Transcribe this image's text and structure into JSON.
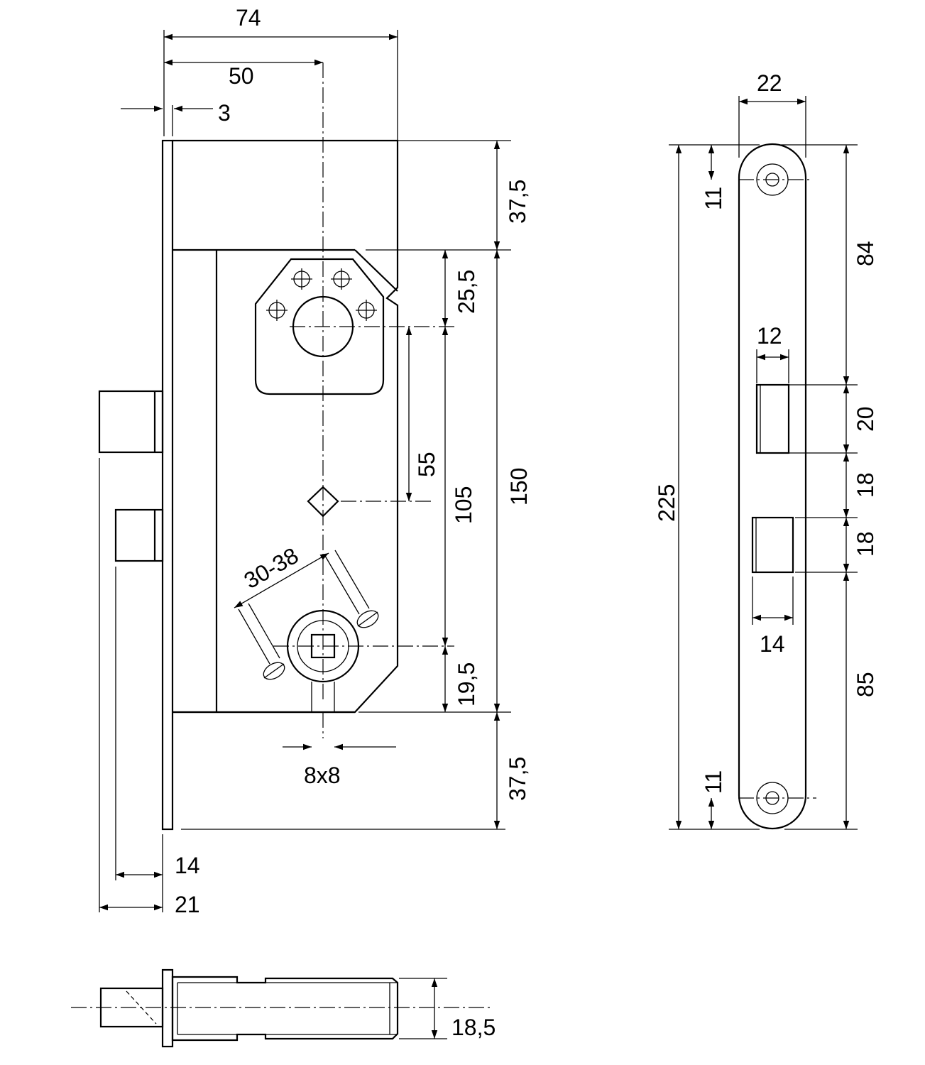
{
  "dimensions": {
    "top_74": "74",
    "top_50": "50",
    "top_3": "3",
    "right_37_5_top": "37,5",
    "right_25_5": "25,5",
    "right_55": "55",
    "right_105": "105",
    "right_150": "150",
    "right_19_5": "19,5",
    "right_37_5_bottom": "37,5",
    "angle_30_38": "30-38",
    "spindle_8x8": "8x8",
    "bottom_14": "14",
    "bottom_21": "21",
    "plate_22": "22",
    "plate_11_top": "11",
    "plate_225": "225",
    "plate_84": "84",
    "plate_12": "12",
    "plate_20": "20",
    "plate_18_a": "18",
    "plate_18_b": "18",
    "plate_14": "14",
    "plate_85": "85",
    "plate_11_bottom": "11",
    "section_18_5": "18,5"
  }
}
